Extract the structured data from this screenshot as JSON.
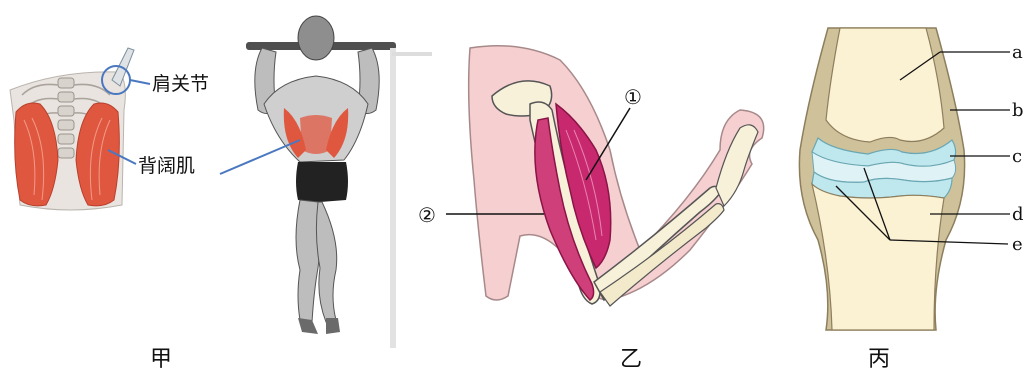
{
  "panels": {
    "jia": {
      "caption": "甲",
      "labels": {
        "shoulder_joint": "肩关节",
        "latissimus": "背阔肌"
      }
    },
    "yi": {
      "caption": "乙",
      "labels": {
        "muscle_1": "①",
        "muscle_2": "②"
      }
    },
    "bing": {
      "caption": "丙",
      "labels": {
        "a": "a",
        "b": "b",
        "c": "c",
        "d": "d",
        "e": "e"
      }
    }
  },
  "colors": {
    "muscle_red": "#e0573f",
    "skin_pink": "#f6cfd0",
    "biceps_magenta": "#c8286e",
    "bone_cream": "#f8f1da",
    "cartilage_blue": "#bfe7ee",
    "capsule_tan": "#cfc19a",
    "pointer_blue": "#4a78c0"
  }
}
